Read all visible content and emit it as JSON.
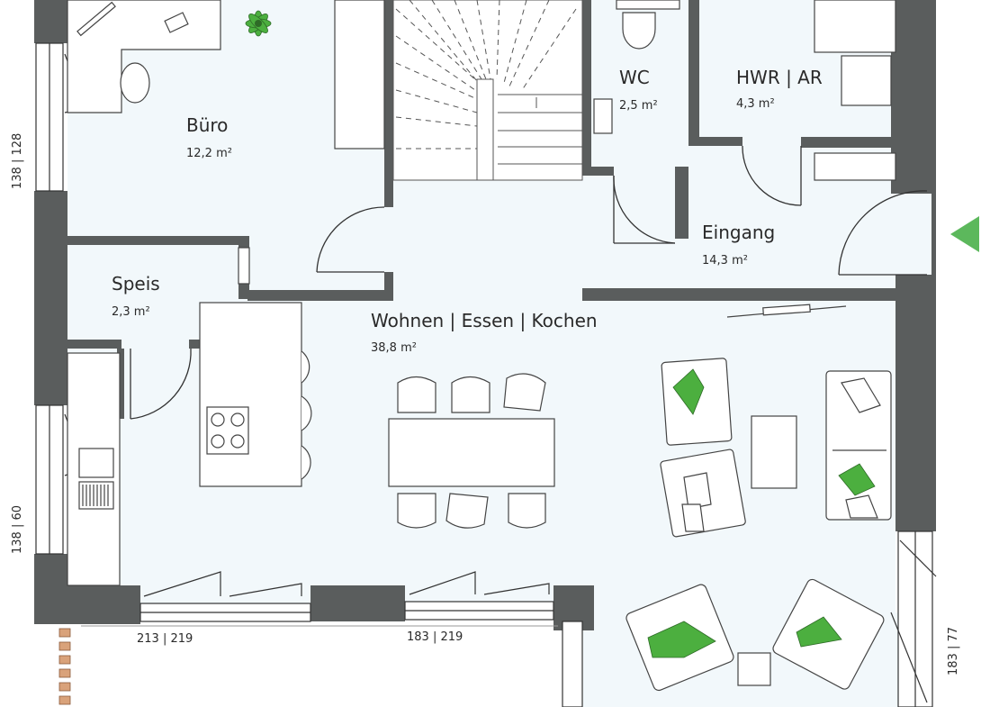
{
  "rooms": {
    "buero": {
      "name": "Büro",
      "area": "12,2 m²"
    },
    "wc": {
      "name": "WC",
      "area": "2,5 m²"
    },
    "hwr": {
      "name": "HWR | AR",
      "area": "4,3 m²"
    },
    "eingang": {
      "name": "Eingang",
      "area": "14,3 m²"
    },
    "speis": {
      "name": "Speis",
      "area": "2,3 m²"
    },
    "wohnen": {
      "name": "Wohnen | Essen | Kochen",
      "area": "38,8 m²"
    }
  },
  "dimensions": {
    "left_top": "138 | 128",
    "left_bottom": "138 | 60",
    "bottom_left": "213 | 219",
    "bottom_mid": "183 | 219",
    "right_bottom": "183 | 77"
  },
  "colors": {
    "wall": "#5a5d5d",
    "floor": "#f2f8fb",
    "line": "#333333",
    "plant": "#4caf3f",
    "arrow": "#5cb85c",
    "brick": "#d9a27a"
  },
  "icons": [
    "entrance-arrow-icon",
    "plant-icon",
    "toilet-icon",
    "stove-icon",
    "sink-icon",
    "chair-icon",
    "sofa-icon",
    "armchair-icon"
  ]
}
